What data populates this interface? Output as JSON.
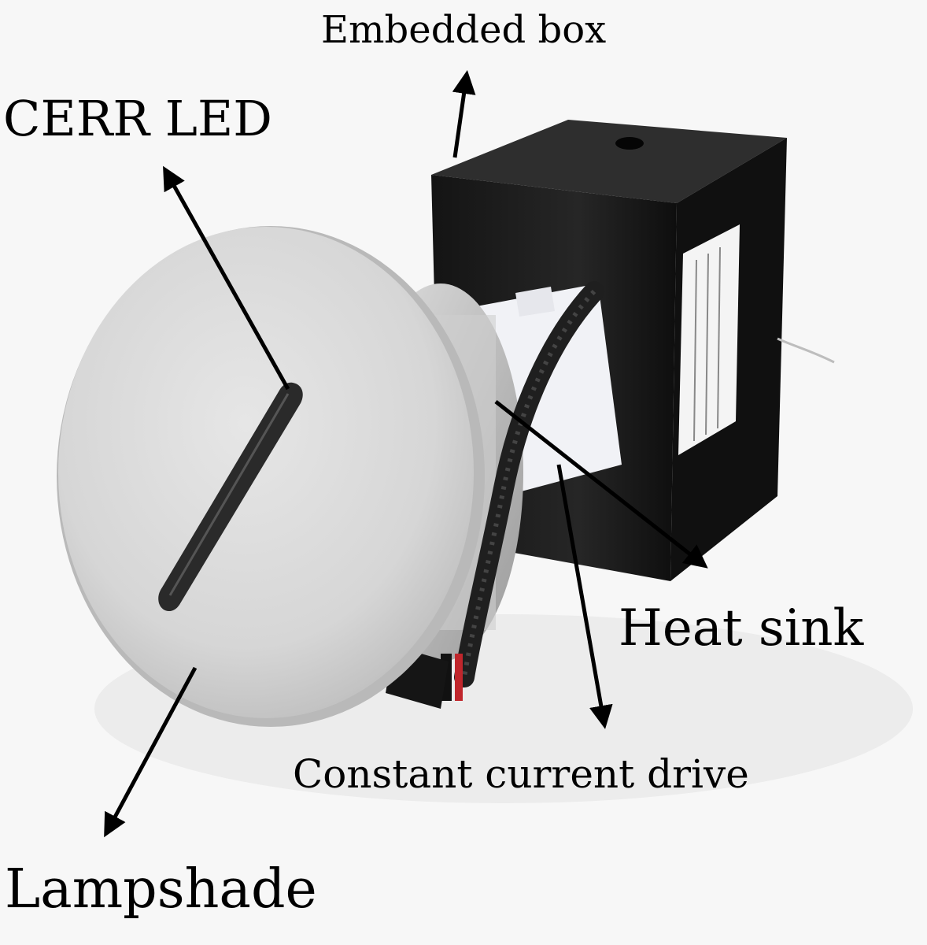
{
  "labels": {
    "embedded_box": "Embedded box",
    "cerr_led": "CERR LED",
    "heat_sink": "Heat sink",
    "constant_current_drive": "Constant current drive",
    "lampshade": "Lampshade"
  },
  "colors": {
    "background": "#f7f7f7",
    "lampshade": "#dcdcdc",
    "box": "#1c1c1c",
    "arrow": "#000000"
  }
}
